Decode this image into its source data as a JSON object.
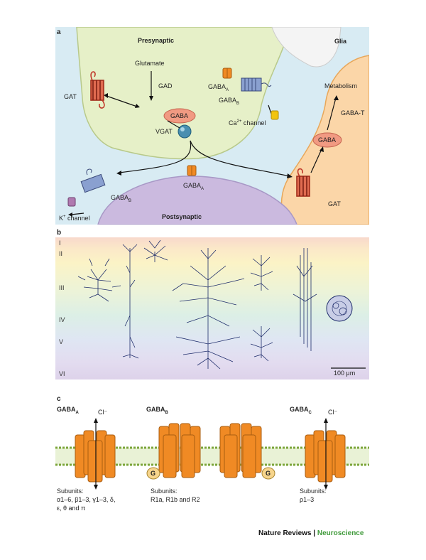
{
  "panel_a": {
    "letter": "a",
    "presynaptic": "Presynaptic",
    "glia": "Glia",
    "glutamate": "Glutamate",
    "gad": "GAD",
    "gaba": "GABA",
    "gat_left": "GAT",
    "gaba_a_base": "GABA",
    "gaba_a_sub": "A",
    "gaba_b_base": "GABA",
    "gaba_b_sub": "B",
    "ca_base": "Ca",
    "ca_sup": "2+",
    "ca_rest": " channel",
    "vgat": "VGAT",
    "metabolism": "Metabolism",
    "gaba_t": "GABA-T",
    "glia_gaba": "GABA",
    "gat_right": "GAT",
    "post_gaba_a_base": "GABA",
    "post_gaba_a_sub": "A",
    "post_gaba_b_base": "GABA",
    "post_gaba_b_sub": "B",
    "k_base": "K",
    "k_sup": "+",
    "k_rest": " channel",
    "postsynaptic": "Postsynaptic"
  },
  "panel_b": {
    "letter": "b",
    "layers": [
      "I",
      "II",
      "III",
      "IV",
      "V",
      "VI"
    ],
    "scale_bar": "100 μm"
  },
  "panel_c": {
    "letter": "c",
    "gabaa_base": "GABA",
    "gabaa_sub": "A",
    "gabab_base": "GABA",
    "gabab_sub": "B",
    "gabac_base": "GABA",
    "gabac_sub": "C",
    "cl_left": "Cl⁻",
    "cl_right": "Cl⁻",
    "g_left": "G",
    "g_right": "G",
    "subunits_a_line1": "Subunits:",
    "subunits_a_line2": "α1–6, β1–3, γ1–3, δ,",
    "subunits_a_line3": "ε, θ and π",
    "subunits_b_line1": "Subunits:",
    "subunits_b_line2": "R1a, R1b and R2",
    "subunits_c_line1": "Subunits:",
    "subunits_c_line2": "ρ1–3"
  },
  "footer": {
    "journal": "Nature Reviews",
    "separator": " | ",
    "section": "Neuroscience"
  }
}
